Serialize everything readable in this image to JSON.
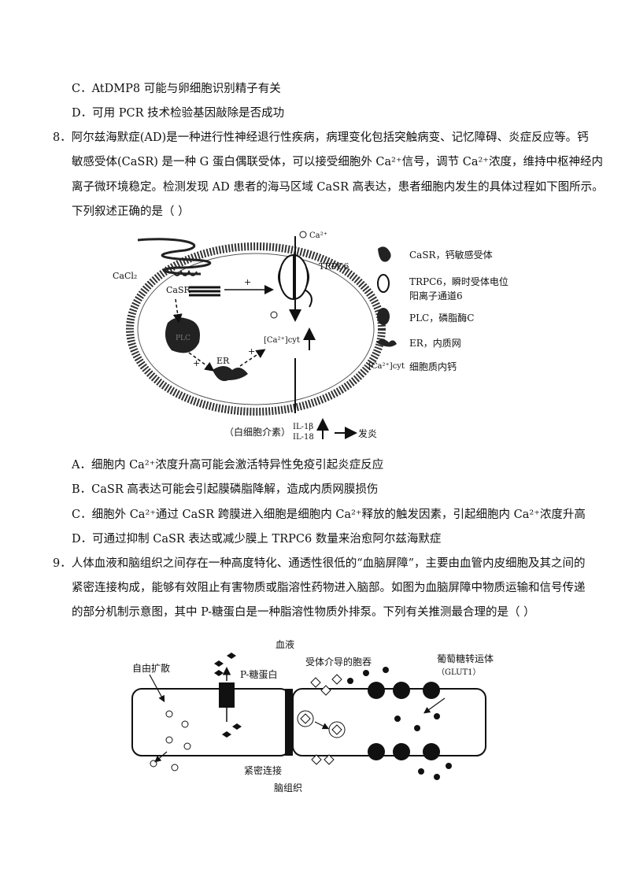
{
  "top_options": {
    "c": "C．AtDMP8 可能与卵细胞识别精子有关",
    "d": "D．可用 PCR 技术检验基因敲除是否成功"
  },
  "q8": {
    "stem": [
      "8．阿尔兹海默症(AD)是一种进行性神经退行性疾病，病理变化包括突触病变、记忆障碍、炎症反应等。钙",
      "敏感受体(CaSR) 是一种 G 蛋白偶联受体，可以接受细胞外 Ca²⁺信号，调节 Ca²⁺浓度，维持中枢神经内",
      "离子微环境稳定。检测发现 AD 患者的海马区域 CaSR 高表达，患者细胞内发生的具体过程如下图所示。",
      "下列叙述正确的是（    ）"
    ],
    "figure": {
      "cacl2": "CaCl₂",
      "casr": "CaSR",
      "ca2": "Ca²⁺",
      "trpc6": "TRPC6",
      "plc": "PLC",
      "er": "ER",
      "cacyt": "[Ca²⁺]cyt",
      "plus": "+",
      "cytokine": "（白细胞介素）",
      "il1b": "IL-1β",
      "il18": "IL-18",
      "inflam": "发炎",
      "legend": [
        {
          "label": "CaSR，钙敏感受体"
        },
        {
          "label": "TRPC6，瞬时受体电位",
          "label2": "阳离子通道6"
        },
        {
          "label": "PLC，磷脂酶C"
        },
        {
          "label": "ER，内质网"
        },
        {
          "key": "[Ca²⁺]cyt",
          "label": "细胞质内钙"
        }
      ]
    },
    "options": [
      "A．细胞内 Ca²⁺浓度升高可能会激活特异性免疫引起炎症反应",
      "B．CaSR 高表达可能会引起膜磷脂降解，造成内质网膜损伤",
      "C．细胞外 Ca²⁺通过 CaSR 跨膜进入细胞是细胞内 Ca²⁺释放的触发因素，引起细胞内 Ca²⁺浓度升高",
      "D．可通过抑制 CaSR 表达或减少膜上 TRPC6 数量来治愈阿尔兹海默症"
    ]
  },
  "q9": {
    "stem": [
      "9．人体血液和脑组织之间存在一种高度特化、通透性很低的“血脑屏障”，主要由血管内皮细胞及其之间的",
      "紧密连接构成，能够有效阻止有害物质或脂溶性药物进入脑部。如图为血脑屏障中物质运输和信号传递",
      "的部分机制示意图，其中 P-糖蛋白是一种脂溶性物质外排泵。下列有关推测最合理的是（      ）"
    ],
    "figure": {
      "blood": "血液",
      "free_diffusion": "自由扩散",
      "pgp": "P-糖蛋白",
      "endocytosis": "受体介导的胞吞",
      "glut_name": "葡萄糖转运体",
      "glut_abbr": "（GLUT1）",
      "tight_junction": "紧密连接",
      "brain": "脑组织"
    }
  }
}
